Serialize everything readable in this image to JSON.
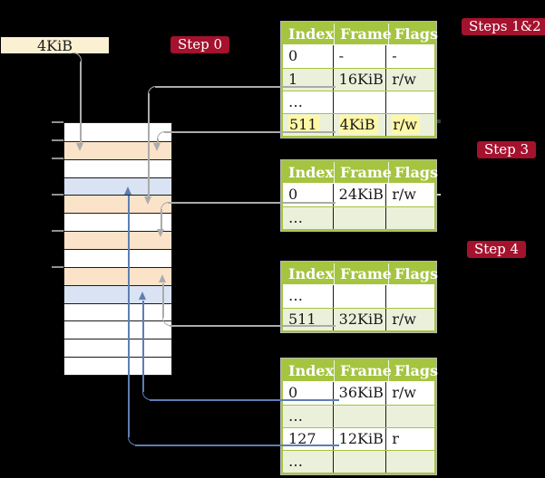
{
  "colors": {
    "background": "#000000",
    "badge": "#A4122E",
    "badge_text": "#FFFFFF",
    "label_box": "#FBF0D2",
    "header_green": "#A5C440",
    "row_tint": "#EBF0DB",
    "highlight_yellow": "#FEF8A6",
    "table_frame": "#FBE3C9",
    "page_frame": "#D9E3F3",
    "gray_pointer": "#ABABAB",
    "blue_pointer": "#5E7EB2",
    "ink": "#1A1A1A"
  },
  "memory": {
    "frame_size_label": "4KiB",
    "frames": [
      "free",
      "table",
      "free",
      "page",
      "table",
      "free",
      "table",
      "free",
      "table",
      "page",
      "free",
      "free",
      "free",
      "free"
    ]
  },
  "badges": {
    "step0": "Step 0",
    "steps12": "Steps 1&2",
    "step3": "Step 3",
    "step4": "Step 4"
  },
  "page_tables": {
    "columns": [
      "Index",
      "Frame",
      "Flags"
    ],
    "tables": [
      {
        "rows": [
          [
            "0",
            "-",
            "-"
          ],
          [
            "1",
            "16KiB",
            "r/w"
          ],
          [
            "…",
            "",
            ""
          ],
          [
            "511",
            "4KiB",
            "r/w"
          ]
        ]
      },
      {
        "rows": [
          [
            "0",
            "24KiB",
            "r/w"
          ],
          [
            "…",
            "",
            ""
          ]
        ]
      },
      {
        "rows": [
          [
            "…",
            "",
            ""
          ],
          [
            "511",
            "32KiB",
            "r/w"
          ]
        ]
      },
      {
        "rows": [
          [
            "0",
            "36KiB",
            "r/w"
          ],
          [
            "…",
            "",
            ""
          ],
          [
            "127",
            "12KiB",
            "r"
          ],
          [
            "…",
            "",
            ""
          ]
        ]
      }
    ]
  }
}
